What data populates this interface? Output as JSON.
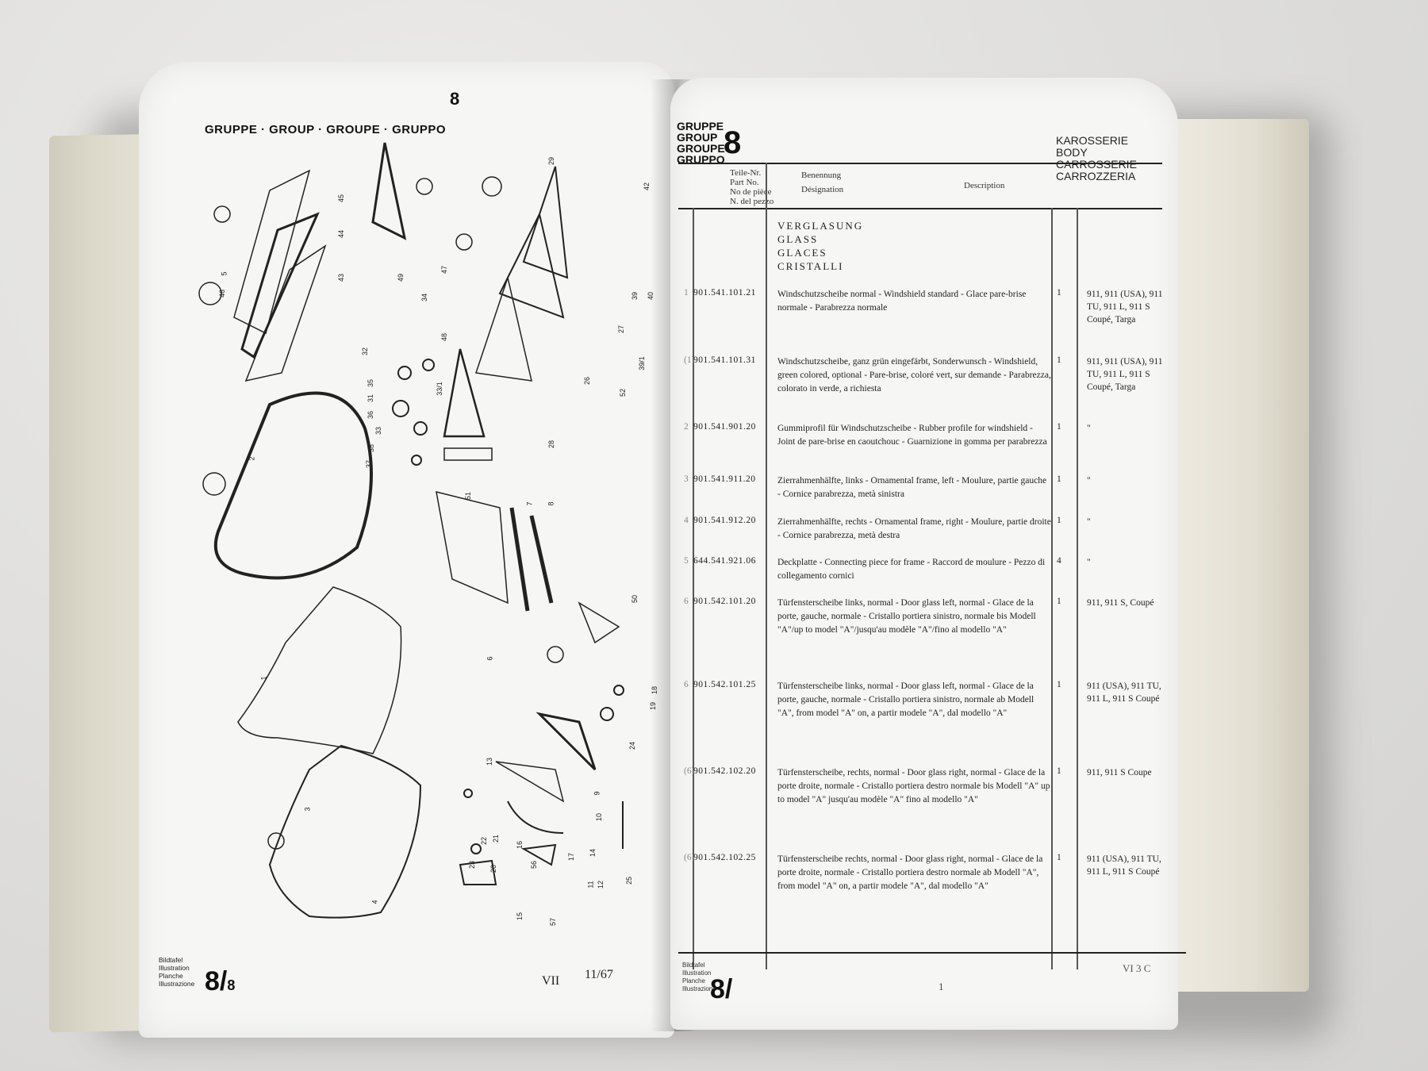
{
  "left_page": {
    "group_header": "GRUPPE · GROUP · GROUPE · GRUPPO",
    "group_number": "8",
    "footer_labels": [
      "Bildtafel",
      "Illustration",
      "Planche",
      "Illustrazione"
    ],
    "footer_plate": "8/",
    "footer_plate_sub": "8",
    "footer_roman": "VII",
    "footer_date": "11/67",
    "callouts": [
      "45",
      "44",
      "43",
      "46",
      "5",
      "49",
      "47",
      "48",
      "34",
      "32",
      "35",
      "31",
      "33/1",
      "36",
      "33",
      "38",
      "37",
      "51",
      "29",
      "42",
      "39",
      "40",
      "27",
      "26",
      "39/1",
      "52",
      "28",
      "2",
      "7",
      "8",
      "6",
      "50",
      "18",
      "19",
      "24",
      "1",
      "3",
      "4",
      "13",
      "9",
      "10",
      "22",
      "21",
      "23",
      "20",
      "16",
      "56",
      "17",
      "14",
      "12",
      "11",
      "25",
      "15",
      "57"
    ]
  },
  "right_page": {
    "group_lines": [
      "GRUPPE",
      "GROUP",
      "GROUPE",
      "GRUPPO"
    ],
    "group_number": "8",
    "karosserie": [
      "KAROSSERIE",
      "BODY",
      "CARROSSERIE",
      "CARROZZERIA"
    ],
    "col_headers": {
      "benennung": "Benennung",
      "designation": "Désignation",
      "description": "Description",
      "teilnr": "Teile-Nr.",
      "partno": "Part No.",
      "nopiece": "No de pièce",
      "ndelpezzo": "N. del pezzo"
    },
    "section_title": [
      "VERGLASUNG",
      "GLASS",
      "GLACES",
      "CRISTALLI"
    ],
    "rows": [
      {
        "pos": "1",
        "part": "901.541.101.21",
        "desc": "Windschutzscheibe normal - Windshield standard - Glace pare-brise normale - Parabrezza normale",
        "qty": "1",
        "remark": "911, 911 (USA), 911 TU, 911 L, 911 S Coupé, Targa"
      },
      {
        "pos": "(1)",
        "part": "901.541.101.31",
        "desc": "Windschutzscheibe, ganz grün eingefärbt, Sonderwunsch - Windshield, green colored, optional - Pare-brise, coloré vert, sur demande - Parabrezza, colorato in verde, a richiesta",
        "qty": "1",
        "remark": "911, 911 (USA), 911 TU, 911 L, 911 S Coupé, Targa"
      },
      {
        "pos": "2",
        "part": "901.541.901.20",
        "desc": "Gummiprofil für Windschutzscheibe - Rubber profile for windshield - Joint de pare-brise en caoutchouc - Guarnizione in gomma per parabrezza",
        "qty": "1",
        "remark": "\""
      },
      {
        "pos": "3",
        "part": "901.541.911.20",
        "desc": "Zierrahmenhälfte, links - Ornamental frame, left - Moulure, partie gauche - Cornice parabrezza, metà sinistra",
        "qty": "1",
        "remark": "\""
      },
      {
        "pos": "4",
        "part": "901.541.912.20",
        "desc": "Zierrahmenhälfte, rechts - Ornamental frame, right - Moulure, partie droite - Cornice parabrezza, metà destra",
        "qty": "1",
        "remark": "\""
      },
      {
        "pos": "5",
        "part": "644.541.921.06",
        "desc": "Deckplatte - Connecting piece for frame - Raccord de moulure - Pezzo di collegamento cornici",
        "qty": "4",
        "remark": "\""
      },
      {
        "pos": "6",
        "part": "901.542.101.20",
        "desc": "Türfensterscheibe links, normal - Door glass left, normal - Glace de la porte, gauche, normale - Cristallo portiera sinistro, normale bis Modell \"A\"/up to model \"A\"/jusqu'au modèle \"A\"/fino al modello \"A\"",
        "qty": "1",
        "remark": "911, 911 S, Coupé"
      },
      {
        "pos": "6",
        "part": "901.542.101.25",
        "desc": "Türfensterscheibe links, normal - Door glass left, normal - Glace de la porte, gauche, normale - Cristallo portiera sinistro, normale ab Modell \"A\", from model \"A\" on, a partir modele \"A\", dal modello \"A\"",
        "qty": "1",
        "remark": "911 (USA), 911 TU, 911 L, 911 S Coupé"
      },
      {
        "pos": "(6)",
        "part": "901.542.102.20",
        "desc": "Türfensterscheibe, rechts, normal - Door glass right, normal - Glace de la porte droite, normale - Cristallo portiera destro normale bis Modell \"A\" up to model \"A\" jusqu'au modèle \"A\" fino al modello \"A\"",
        "qty": "1",
        "remark": "911, 911 S Coupe"
      },
      {
        "pos": "(6)",
        "part": "901.542.102.25",
        "desc": "Türfensterscheibe rechts, normal - Door glass right, normal - Glace de la porte droite, normale - Cristallo portiera destro normale ab Modell \"A\", from model \"A\" on, a partir modele \"A\", dal modello \"A\"",
        "qty": "1",
        "remark": "911 (USA), 911 TU, 911 L, 911 S Coupé"
      }
    ],
    "footer_labels": [
      "Bildtafel",
      "Illustration",
      "Planche",
      "Illustrazione"
    ],
    "footer_plate": "8/",
    "footer_page": "1",
    "footer_vi": "VI 3 C"
  }
}
